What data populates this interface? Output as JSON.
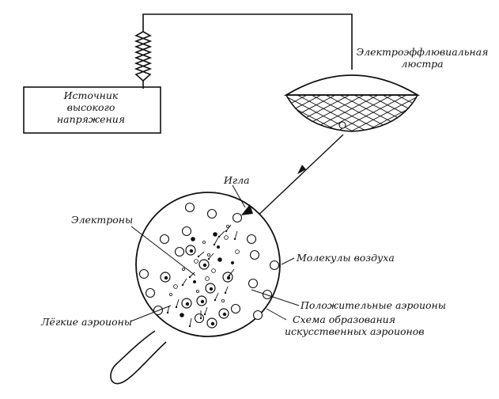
{
  "colors": {
    "ink": "#111111",
    "paper": "#ffffff"
  },
  "labels": {
    "source": [
      "Источник",
      "высокого",
      "напряжения"
    ],
    "chandelier": [
      "Электроэффлювиальная",
      "люстра"
    ],
    "needle": "Игла",
    "electrons": "Электроны",
    "air_molecules": "Молекулы воздуха",
    "positive_ions": "Положительные аэроионы",
    "light_ions": "Лёгкие аэроионы",
    "scheme": [
      "Схема образования",
      "искусственных аэроионов"
    ]
  }
}
